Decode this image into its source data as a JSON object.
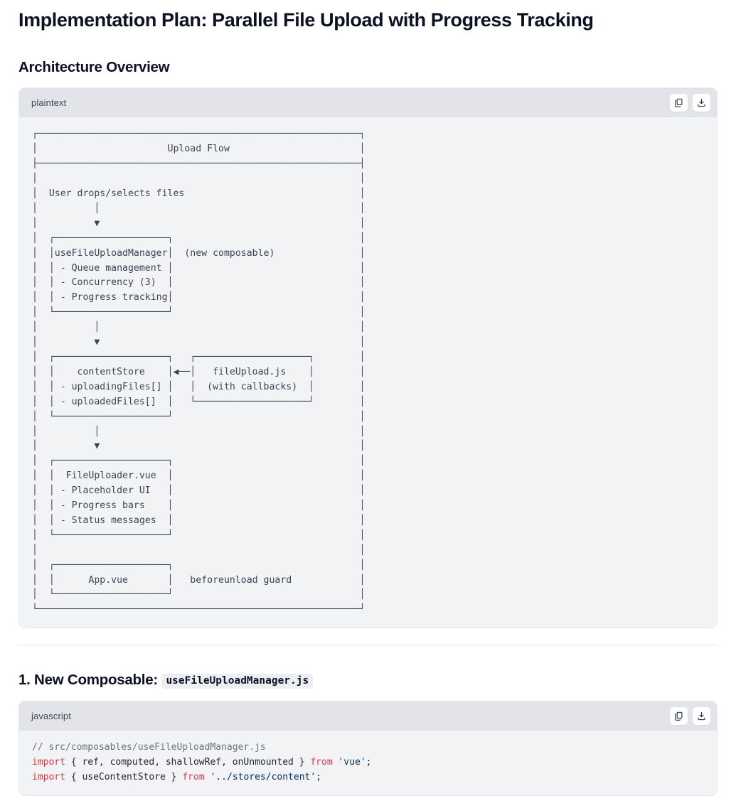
{
  "document": {
    "title": "Implementation Plan: Parallel File Upload with Progress Tracking",
    "section_heading": "Architecture Overview",
    "numbered_heading_text": "1. New Composable: ",
    "numbered_heading_code": "useFileUploadManager.js"
  },
  "code_blocks": [
    {
      "language_label": "plaintext",
      "copy_label": "copy-code",
      "download_label": "download-code",
      "content": "┌────────────────────────────────────────────────────────┐\n│                      Upload Flow                       │\n├────────────────────────────────────────────────────────┤\n│                                                        │\n│  User drops/selects files                              │\n│         │                                              │\n│         ▼                                              │\n│  ┌──────────────────┐                                  │\n│  │ useFileUploadManager│  (new composable)             │\n│  │  - Queue management │                               │\n│  │  - Concurrency (3)  │                               │\n│  │  - Progress tracking│                               │\n│  └──────────────────┘                                  │\n│         │                                              │\n│         ▼                                              │\n│  ┌──────────────────┐   ┌──────────────────┐           │\n│  │   contentStore   │◄──│  fileUpload.js   │           │\n│  │  - uploadingFiles[] │ │  (with callbacks) │         │\n│  │  - uploadedFiles[]  │ └──────────────────┘          │\n│  └──────────────────┘                                  │\n│         │                                              │\n│         ▼                                              │\n│  ┌──────────────────┐                                  │\n│  │  FileUploader.vue │                                 │\n│  │  - Placeholder UI │                                 │\n│  │  - Progress bars  │                                 │\n│  │  - Status messages│                                 │\n│  └──────────────────┘                                  │\n│                                                        │\n│  ┌──────────────────┐                                  │\n│  │      App.vue     │   beforeunload guard             │\n│  └──────────────────┘                                  │\n└────────────────────────────────────────────────────────┘"
    },
    {
      "language_label": "javascript",
      "copy_label": "copy-code",
      "download_label": "download-code",
      "lines": [
        [
          {
            "t": "// src/composables/useFileUploadManager.js",
            "c": "tok-comment"
          }
        ],
        [
          {
            "t": "import",
            "c": "tok-keyword"
          },
          {
            "t": " { ref, computed, shallowRef, onUnmounted } ",
            "c": "tok-plain"
          },
          {
            "t": "from",
            "c": "tok-keyword"
          },
          {
            "t": " ",
            "c": "tok-plain"
          },
          {
            "t": "'vue'",
            "c": "tok-string"
          },
          {
            "t": ";",
            "c": "tok-plain"
          }
        ],
        [
          {
            "t": "import",
            "c": "tok-keyword"
          },
          {
            "t": " { useContentStore } ",
            "c": "tok-plain"
          },
          {
            "t": "from",
            "c": "tok-keyword"
          },
          {
            "t": " ",
            "c": "tok-plain"
          },
          {
            "t": "'../stores/content'",
            "c": "tok-string"
          },
          {
            "t": ";",
            "c": "tok-plain"
          }
        ]
      ]
    }
  ],
  "ascii_diagram": {
    "title": "Upload Flow",
    "nodes": [
      {
        "label": "User drops/selects files",
        "annotation": ""
      },
      {
        "label": "useFileUploadManager",
        "annotation": "(new composable)",
        "items": [
          "- Queue management",
          "- Concurrency (3)",
          "- Progress tracking"
        ]
      },
      {
        "label": "contentStore",
        "annotation": "",
        "items": [
          "- uploadingFiles[]",
          "- uploadedFiles[]"
        ]
      },
      {
        "label": "fileUpload.js",
        "annotation": "",
        "items": [
          "(with callbacks)"
        ]
      },
      {
        "label": "FileUploader.vue",
        "annotation": "",
        "items": [
          "- Placeholder UI",
          "- Progress bars",
          "- Status messages"
        ]
      },
      {
        "label": "App.vue",
        "annotation": "beforeunload guard",
        "items": []
      }
    ]
  },
  "colors": {
    "code_background": "#f1f3f5",
    "code_header_background": "#e2e4e9",
    "keyword": "#d73a49",
    "string": "#032f62",
    "comment": "#6a737d",
    "text": "#0c1222"
  }
}
